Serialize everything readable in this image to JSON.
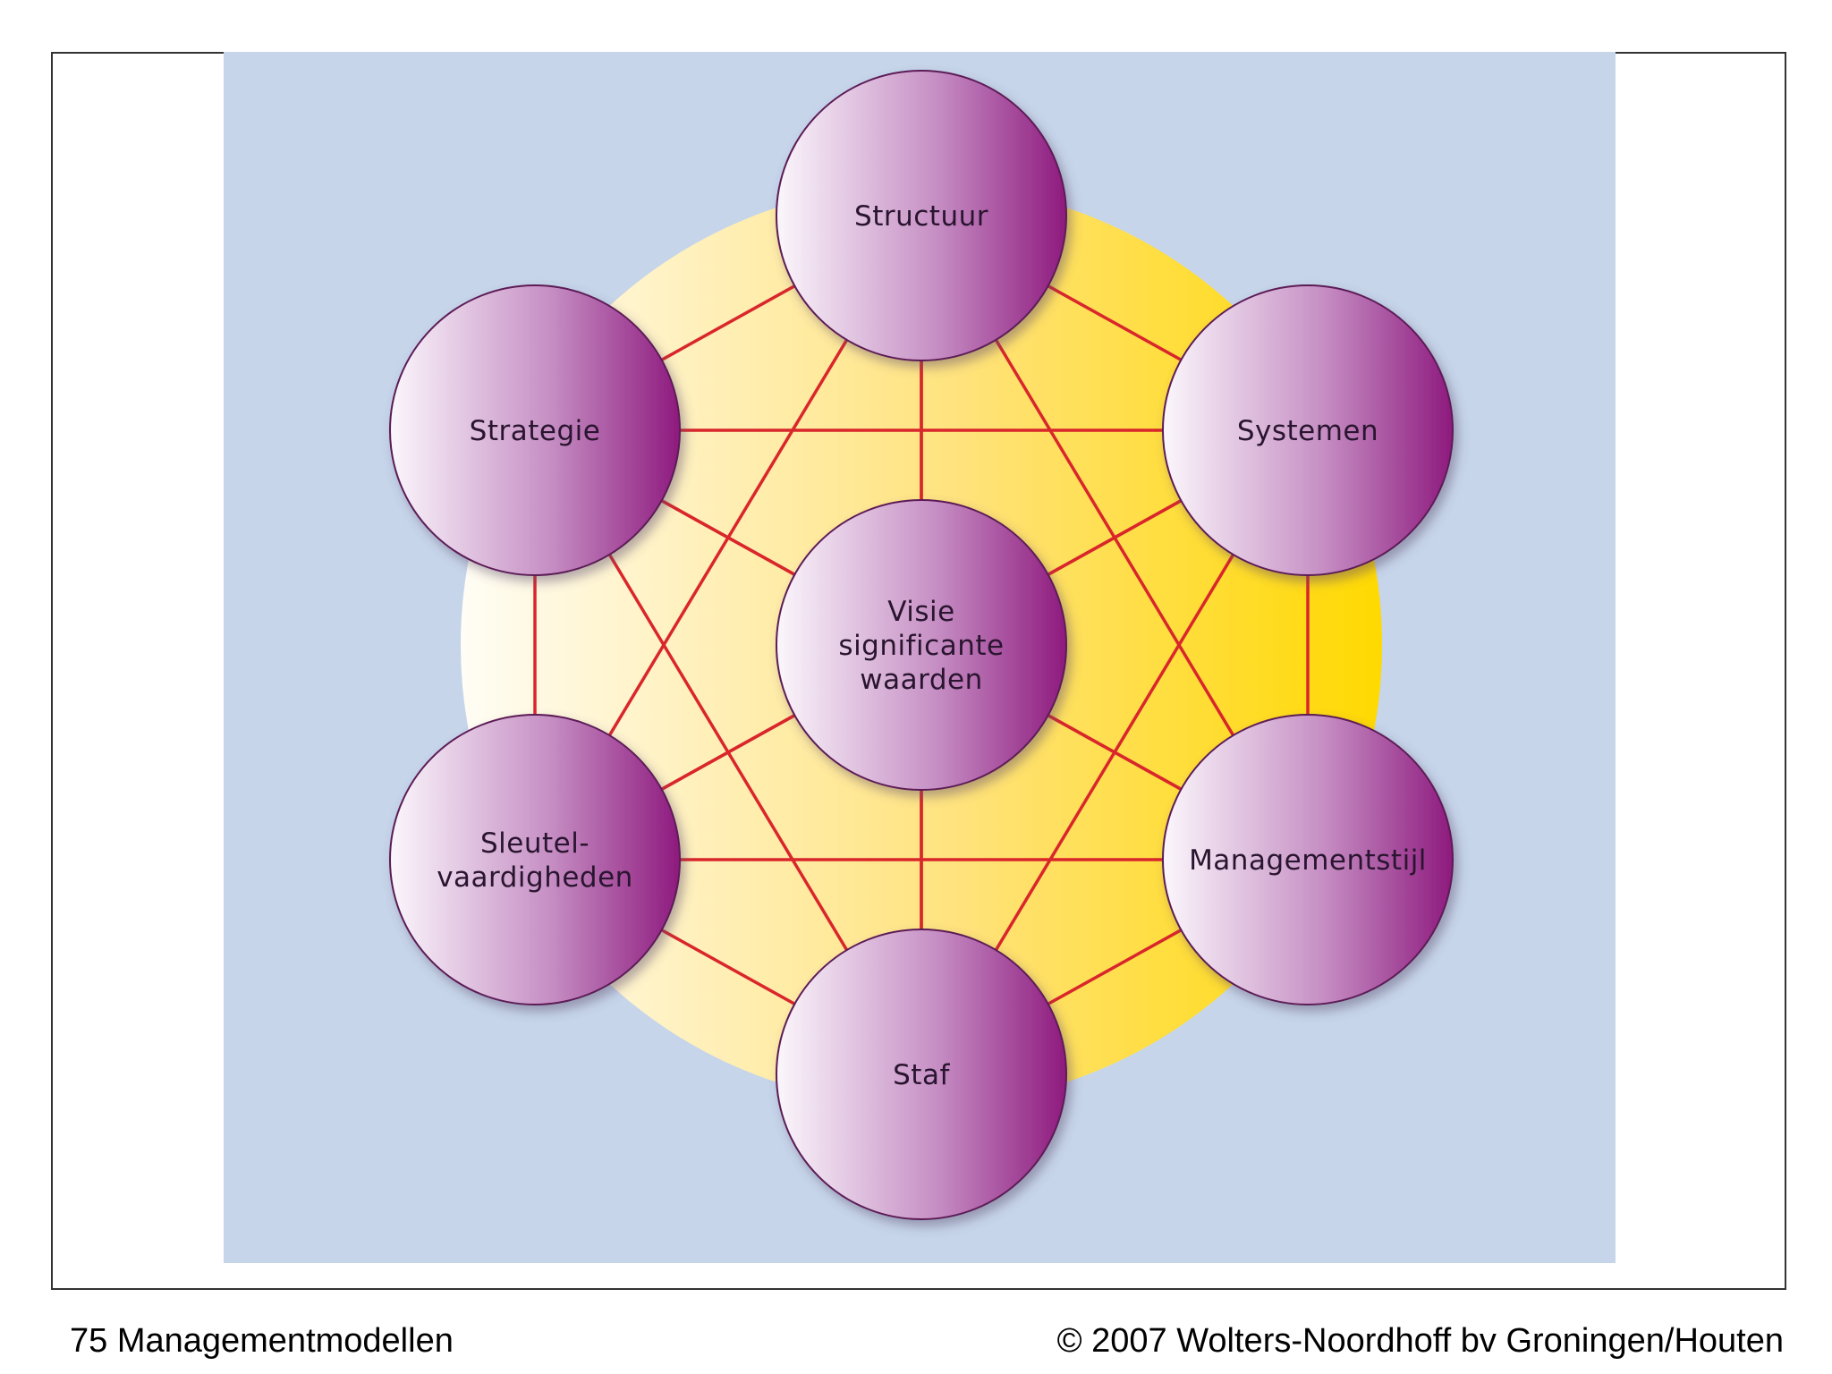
{
  "diagram": {
    "background_color": "#c6d5ea",
    "ring_colors": [
      "#fffdf5",
      "#ffe27a",
      "#ffd900"
    ],
    "connector_color": "#d9262b",
    "node_colors": [
      "#fbf7fc",
      "#c68fc4",
      "#8e1a7e"
    ],
    "center": {
      "lines": [
        "Visie",
        "significante",
        "waarden"
      ]
    },
    "nodes": [
      {
        "id": "structuur",
        "lines": [
          "Structuur"
        ]
      },
      {
        "id": "systemen",
        "lines": [
          "Systemen"
        ]
      },
      {
        "id": "managementstijl",
        "lines": [
          "Managementstijl"
        ]
      },
      {
        "id": "staf",
        "lines": [
          "Staf"
        ]
      },
      {
        "id": "sleutelvaardigheden",
        "lines": [
          "Sleutel-",
          "vaardigheden"
        ]
      },
      {
        "id": "strategie",
        "lines": [
          "Strategie"
        ]
      }
    ]
  },
  "footer": {
    "left": "75 Managementmodellen",
    "right": "© 2007 Wolters-Noordhoff bv Groningen/Houten"
  }
}
